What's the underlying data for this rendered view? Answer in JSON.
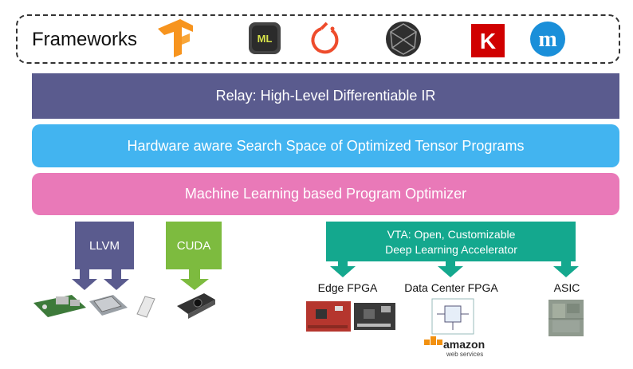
{
  "frameworks": {
    "label": "Frameworks",
    "icons": [
      "tensorflow-icon",
      "coreml-icon",
      "pytorch-icon",
      "onnx-icon",
      "keras-icon",
      "mxnet-icon"
    ],
    "keras_letter": "K",
    "mxnet_letter": "m",
    "coreml_text": "ML"
  },
  "layers": {
    "relay": "Relay: High-Level Differentiable IR",
    "search_space": "Hardware aware Search Space of Optimized Tensor Programs",
    "optimizer": "Machine Learning based Program Optimizer"
  },
  "backends": {
    "llvm": "LLVM",
    "cuda": "CUDA",
    "vta_line1": "VTA: Open, Customizable",
    "vta_line2": "Deep Learning Accelerator"
  },
  "targets": {
    "edge_fpga": "Edge FPGA",
    "datacenter_fpga": "Data Center FPGA",
    "asic": "ASIC",
    "amazon": "amazon",
    "amazon_sub": "web services"
  },
  "colors": {
    "relay": "#5a5b8e",
    "search_space": "#42b4f0",
    "optimizer": "#e979b8",
    "llvm": "#5a5b8e",
    "cuda": "#7dbb3f",
    "vta": "#14a88e"
  }
}
